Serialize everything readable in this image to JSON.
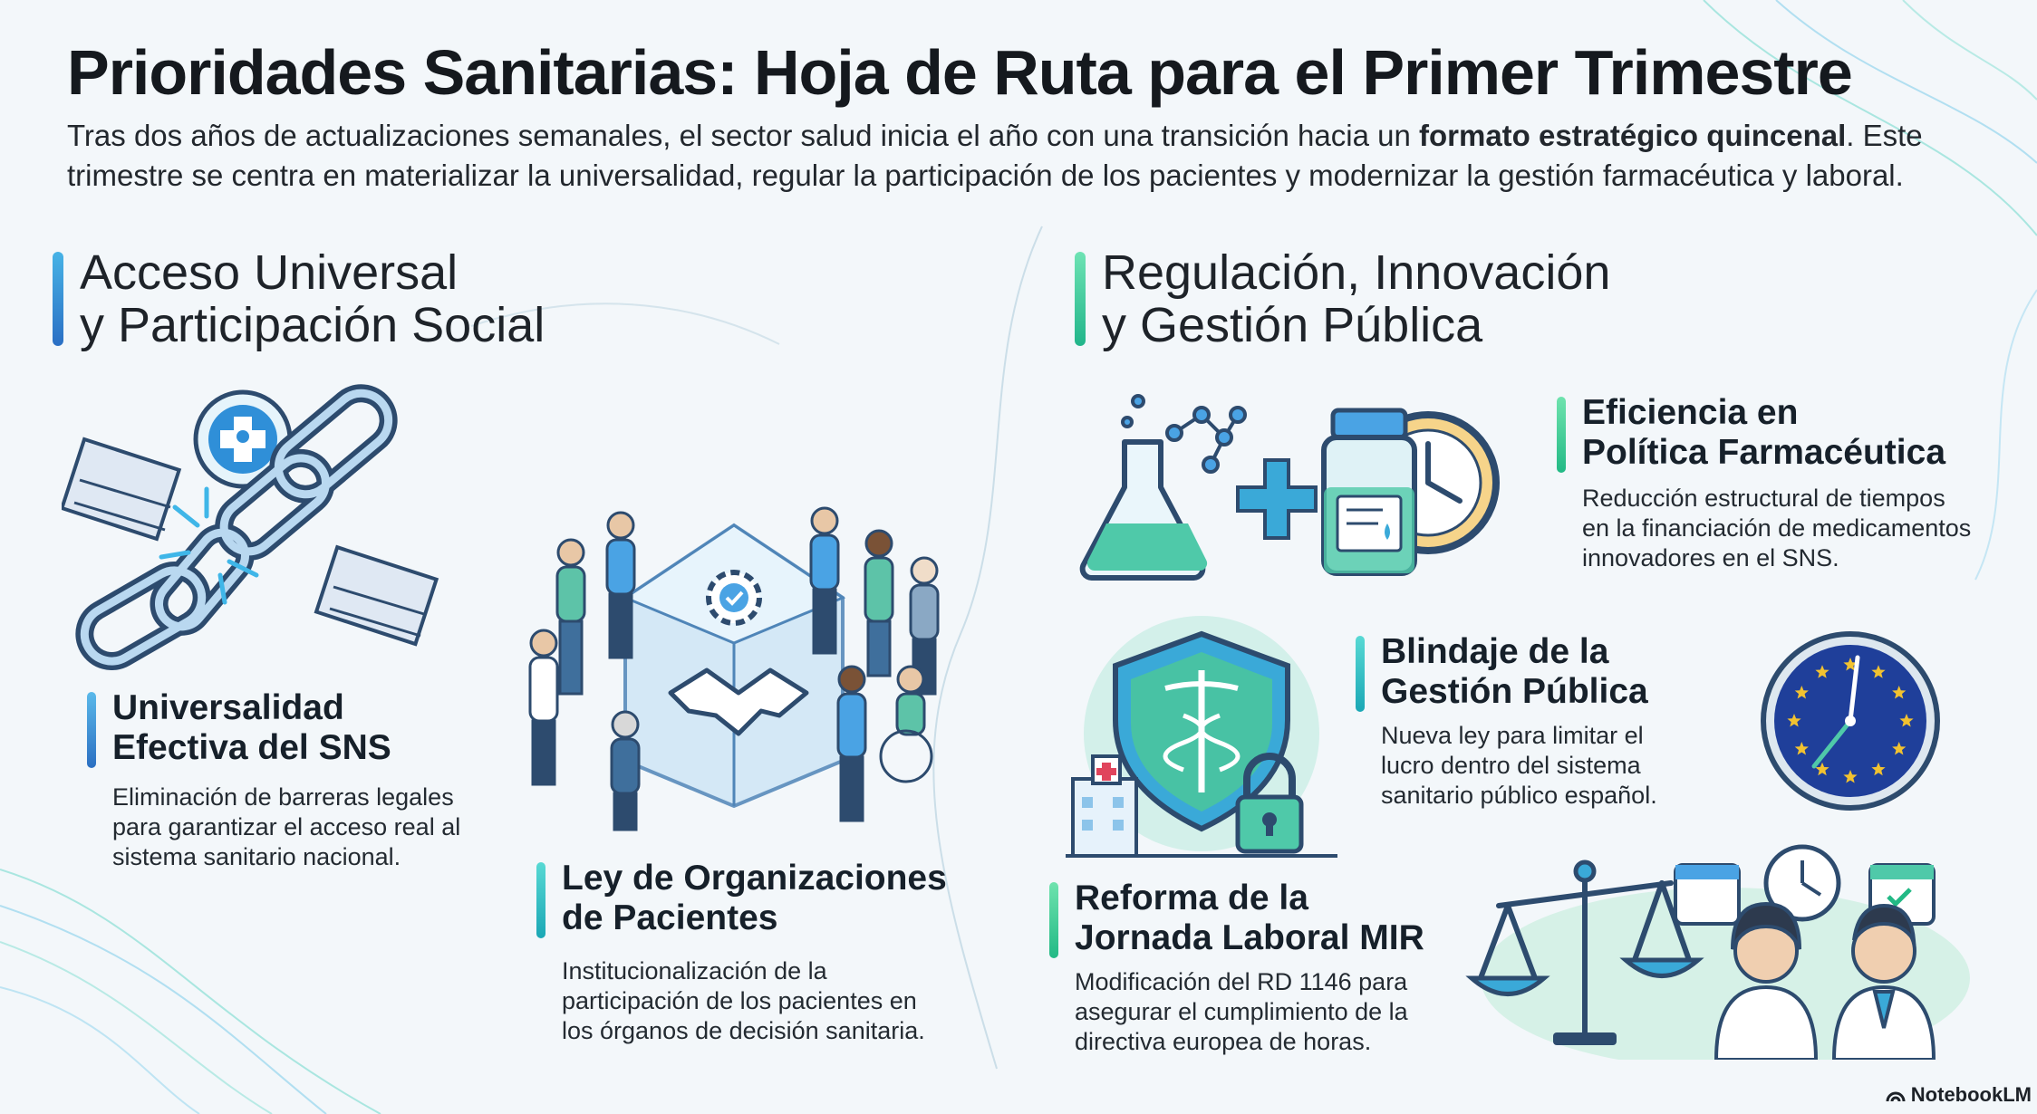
{
  "header": {
    "title": "Prioridades Sanitarias: Hoja de Ruta para el Primer Trimestre",
    "intro_before": "Tras dos años de actualizaciones semanales, el sector salud inicia el año con una transición hacia un ",
    "intro_bold": "formato estratégico quincenal",
    "intro_after": ". Este trimestre se centra en materializar la universalidad, regular la participación de los pacientes y modernizar la gestión farmacéutica y laboral."
  },
  "left_section": {
    "heading_line1": "Acceso Universal",
    "heading_line2": "y Participación Social",
    "items": [
      {
        "title_line1": "Universalidad",
        "title_line2": "Efectiva del SNS",
        "desc_line1": "Eliminación de barreras legales",
        "desc_line2": "para garantizar el acceso real al",
        "desc_line3": "sistema sanitario nacional.",
        "icon": "broken-chain-icon"
      },
      {
        "title_line1": "Ley de Organizaciones",
        "title_line2": "de Pacientes",
        "desc_line1": "Institucionalización de la",
        "desc_line2": "participación de los pacientes en",
        "desc_line3": "los órganos de decisión sanitaria.",
        "icon": "handshake-institution-icon"
      }
    ]
  },
  "right_section": {
    "heading_line1": "Regulación, Innovación",
    "heading_line2": "y Gestión Pública",
    "items": [
      {
        "title_line1": "Eficiencia en",
        "title_line2": "Política Farmacéutica",
        "desc_line1": "Reducción estructural de tiempos",
        "desc_line2": "en la financiación de medicamentos",
        "desc_line3": "innovadores en el SNS.",
        "icon": "flask-medicine-clock-icon"
      },
      {
        "title_line1": "Blindaje de la",
        "title_line2": "Gestión Pública",
        "desc_line1": "Nueva ley para limitar el",
        "desc_line2": "lucro dentro del sistema",
        "desc_line3": "sanitario público español.",
        "icon": "shield-caduceus-lock-icon"
      },
      {
        "title_line1": "Reforma de la",
        "title_line2": "Jornada Laboral MIR",
        "desc_line1": "Modificación del RD 1146 para",
        "desc_line2": "asegurar el cumplimiento de la",
        "desc_line3": "directiva europea de horas.",
        "icon": "scales-doctors-icon"
      }
    ]
  },
  "footer": {
    "brand": "NotebookLM"
  },
  "colors": {
    "accent_blue": "#2b6fc2",
    "accent_teal": "#1aa7b5",
    "accent_green": "#22b985",
    "eu_blue": "#1f3f9a",
    "eu_star": "#f2c230"
  }
}
